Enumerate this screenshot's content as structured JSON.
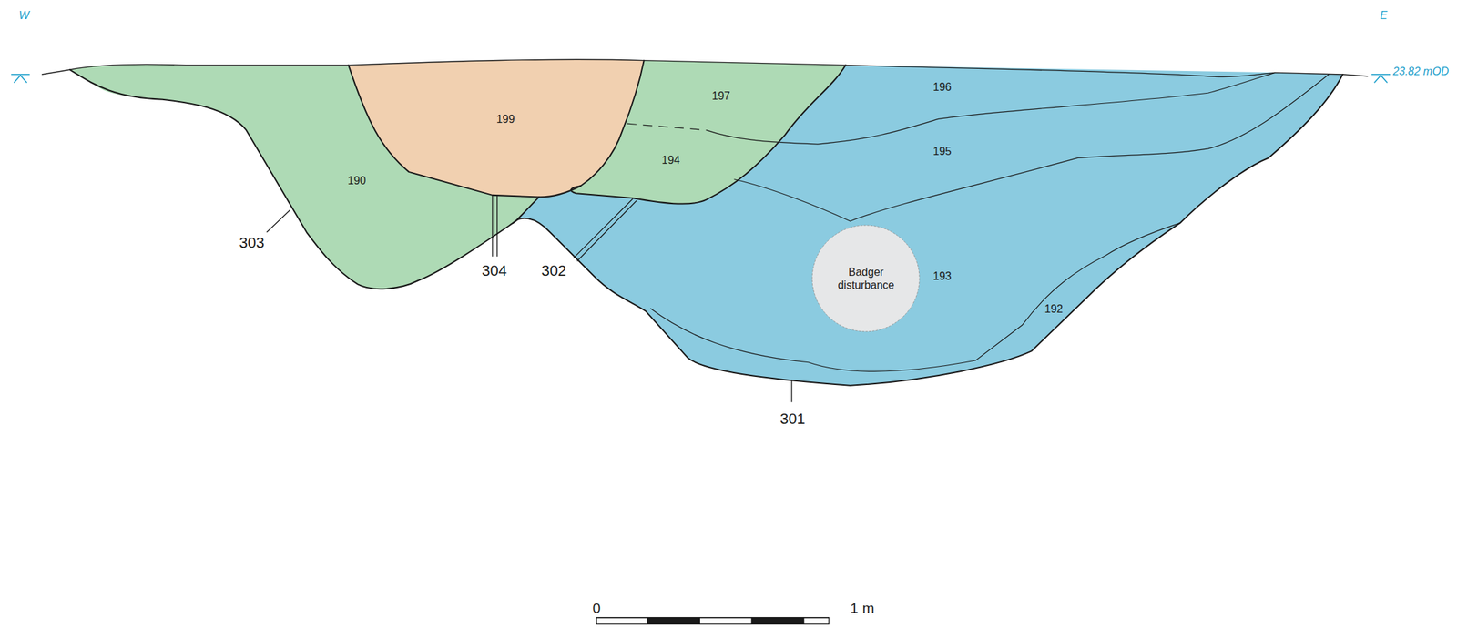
{
  "diagram": {
    "nodes": [
      {
        "text": [
          "Badger disturbance"
        ]
      }
    ],
    "labels": [
      "W",
      "E",
      "23.82 mOD",
      "199",
      "197",
      "196",
      "195",
      "194",
      "190",
      "193",
      "192",
      "303",
      "304",
      "302",
      "301",
      "0",
      "1 m"
    ]
  }
}
